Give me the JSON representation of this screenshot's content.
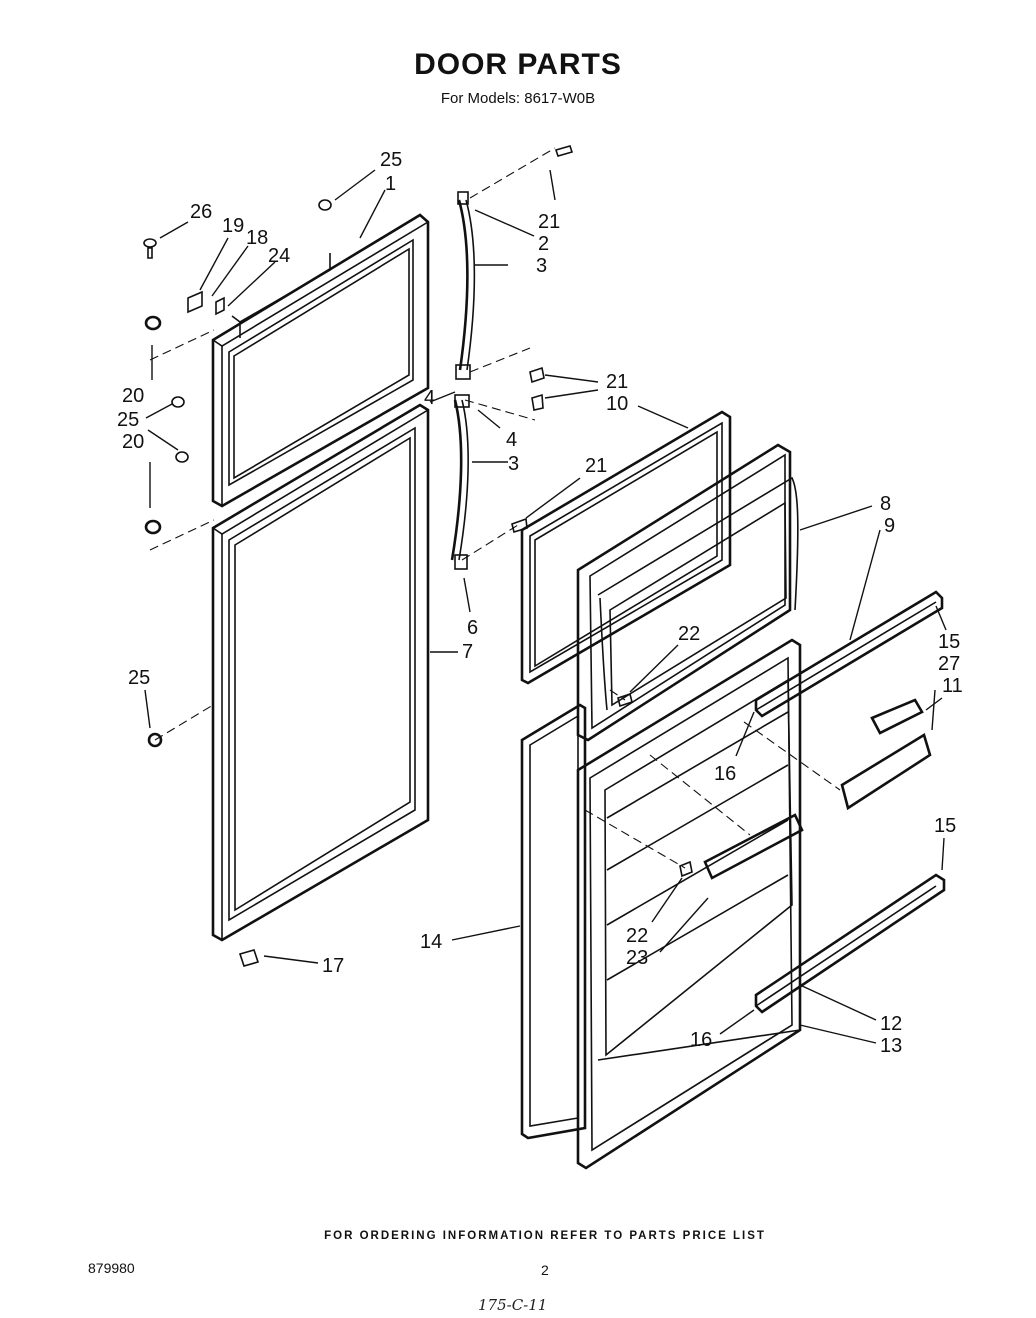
{
  "page": {
    "title": "DOOR PARTS",
    "subtitle": "For Models: 8617-W0B",
    "footer_note": "FOR ORDERING INFORMATION REFER TO PARTS PRICE LIST",
    "doc_number": "879980",
    "page_number": "2",
    "handwritten_note": "175-C-11"
  },
  "part_labels": {
    "p25_top": "25",
    "p1": "1",
    "p26": "26",
    "p19": "19",
    "p18": "18",
    "p24": "24",
    "p20_a": "20",
    "p25_mid": "25",
    "p20_b": "20",
    "p21_top": "21",
    "p2": "2",
    "p3_top": "3",
    "p21_mid": "21",
    "p10": "10",
    "p4_left": "4",
    "p4_right": "4",
    "p3_mid": "3",
    "p21_low": "21",
    "p8": "8",
    "p9": "9",
    "p6": "6",
    "p7": "7",
    "p22_top": "22",
    "p15_top": "15",
    "p27": "27",
    "p11": "11",
    "p25_low": "25",
    "p16_top": "16",
    "p15_low": "15",
    "p22_low": "22",
    "p23": "23",
    "p14": "14",
    "p17": "17",
    "p12": "12",
    "p16_low": "16",
    "p13": "13"
  }
}
